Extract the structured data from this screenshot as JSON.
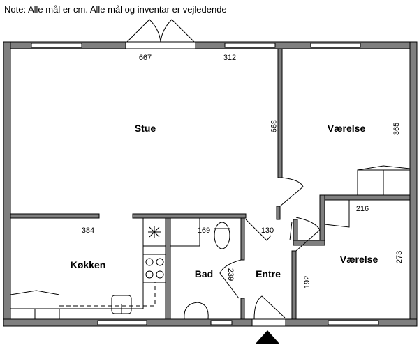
{
  "note": "Note: Alle mål er cm. Alle mål og inventar er vejledende",
  "rooms": {
    "stue": "Stue",
    "vaerelse1": "Værelse",
    "koekken": "Køkken",
    "bad": "Bad",
    "entre": "Entre",
    "vaerelse2": "Værelse"
  },
  "dimensions": {
    "stue_width": "667",
    "stue_height": "399",
    "vaerelse1_width": "312",
    "vaerelse1_height": "365",
    "koekken_width": "384",
    "bad_width": "169",
    "bad_height": "239",
    "entre_width": "130",
    "entre_height": "192",
    "vaerelse2_width": "216",
    "vaerelse2_height": "273"
  }
}
